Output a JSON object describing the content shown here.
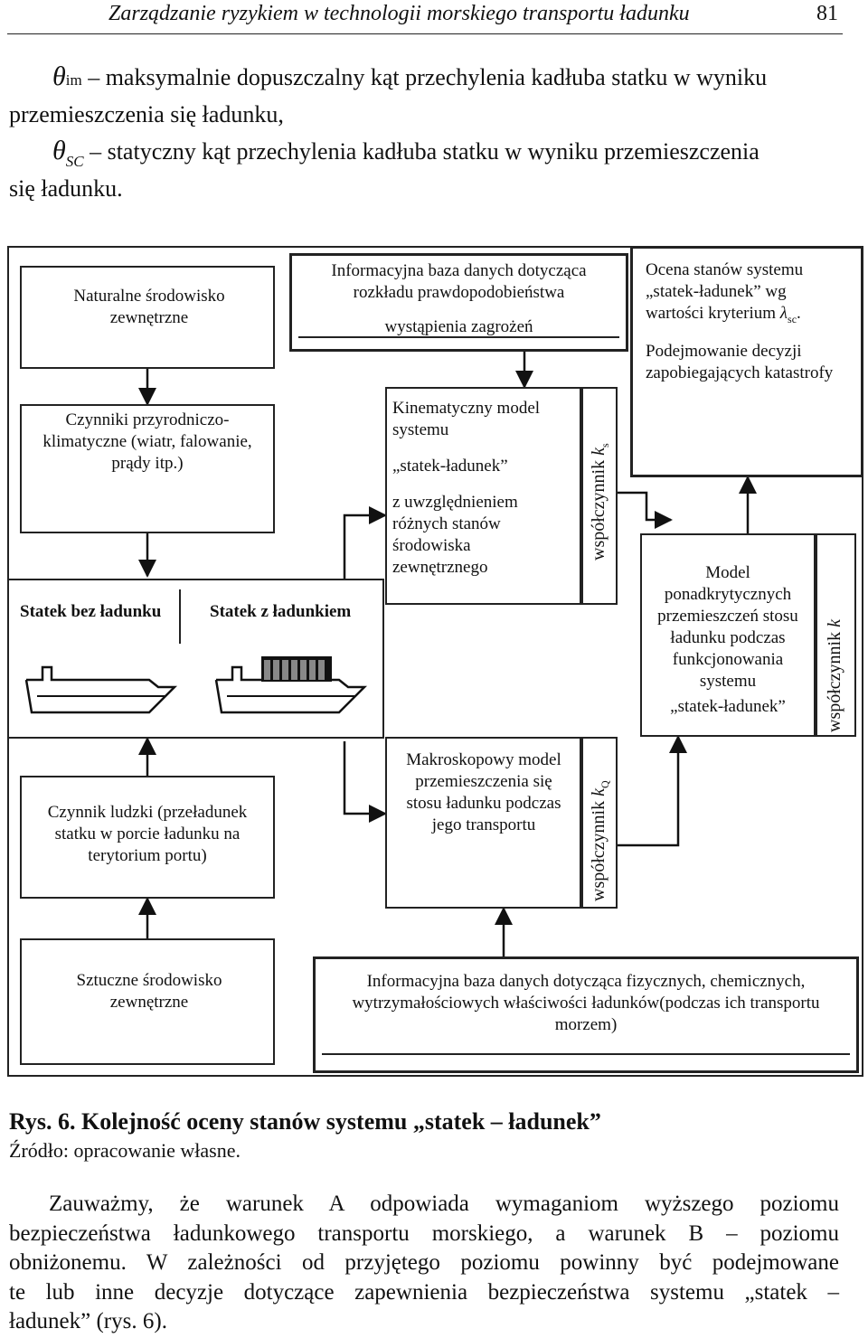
{
  "header": {
    "title": "Zarządzanie ryzykiem w technologii morskiego transportu ładunku",
    "page_number": "81"
  },
  "definitions": [
    {
      "symbol": "θ",
      "subscript": "im",
      "text_line1": "– maksymalnie dopuszczalny kąt przechylenia kadłuba statku w wyniku",
      "text_line2": "przemieszczenia się ładunku,"
    },
    {
      "symbol": "θ",
      "subscript": "SC",
      "text_line1": "– statyczny kąt przechylenia kadłuba statku w wyniku przemieszczenia",
      "text_line2": "się ładunku."
    }
  ],
  "diagram": {
    "natural_env": "Naturalne środowisko zewnętrzne",
    "natural_factors": "Czynniki przyrodniczo-klimatyczne (wiatr, falowanie, prądy itp.)",
    "ship_empty": "Statek bez ładunku",
    "ship_loaded": "Statek z ładunkiem",
    "human_factor": "Czynnik ludzki (przeładunek statku w porcie ładunku na terytorium portu)",
    "artificial_env": "Sztuczne środowisko zewnętrzne",
    "db_threats_line1": "Informacyjna baza danych dotycząca",
    "db_threats_line2": "rozkładu prawdopodobieństwa",
    "db_threats_line3": "wystąpienia zagrożeń",
    "kinematic_line1": "Kinematyczny model",
    "kinematic_line2": "systemu",
    "kinematic_line3": "„statek-ładunek”",
    "kinematic_line4": "z uwzględnieniem różnych stanów środowiska zewnętrznego",
    "coef_ks_label": "współczynnik ",
    "coef_ks_symbol": "k",
    "coef_ks_sub": "s",
    "macro_model": "Makroskopowy model przemieszczenia się stosu ładunku podczas jego transportu",
    "coef_kq_label": "współczynnik ",
    "coef_kq_symbol": "k",
    "coef_kq_sub": "Q",
    "assessment_line1": "Ocena stanów systemu",
    "assessment_line2": "„statek-ładunek” wg",
    "assessment_line3": "wartości kryterium ",
    "assessment_symbol": "λ",
    "assessment_sub": "sc",
    "assessment_end": ".",
    "decision": "Podejmowanie decyzji zapobiegających katastrofy",
    "supercritical_line1": "Model ponadkrytycznych przemieszczeń stosu ładunku podczas funkcjonowania systemu",
    "supercritical_line2": "„statek-ładunek”",
    "coef_k_label": "współczynnik ",
    "coef_k_symbol": "k",
    "db_cargo": "Informacyjna baza danych dotycząca fizycznych, chemicznych, wytrzymałościowych właściwości ładunków(podczas ich transportu morzem)"
  },
  "caption": {
    "title": "Rys. 6. Kolejność oceny stanów systemu „statek – ładunek”",
    "source": "Źródło: opracowanie własne."
  },
  "body": {
    "line1": "Zauważmy, że warunek A odpowiada wymaganiom wyższego poziomu",
    "line2": "bezpieczeństwa ładunkowego transportu morskiego, a warunek B – poziomu",
    "line3": "obniżonemu. W zależności od przyjętego poziomu powinny być podejmowane",
    "line4": "te lub inne decyzje dotyczące zapewnienia bezpieczeństwa systemu „statek –",
    "line5": "ładunek” (rys. 6)."
  }
}
